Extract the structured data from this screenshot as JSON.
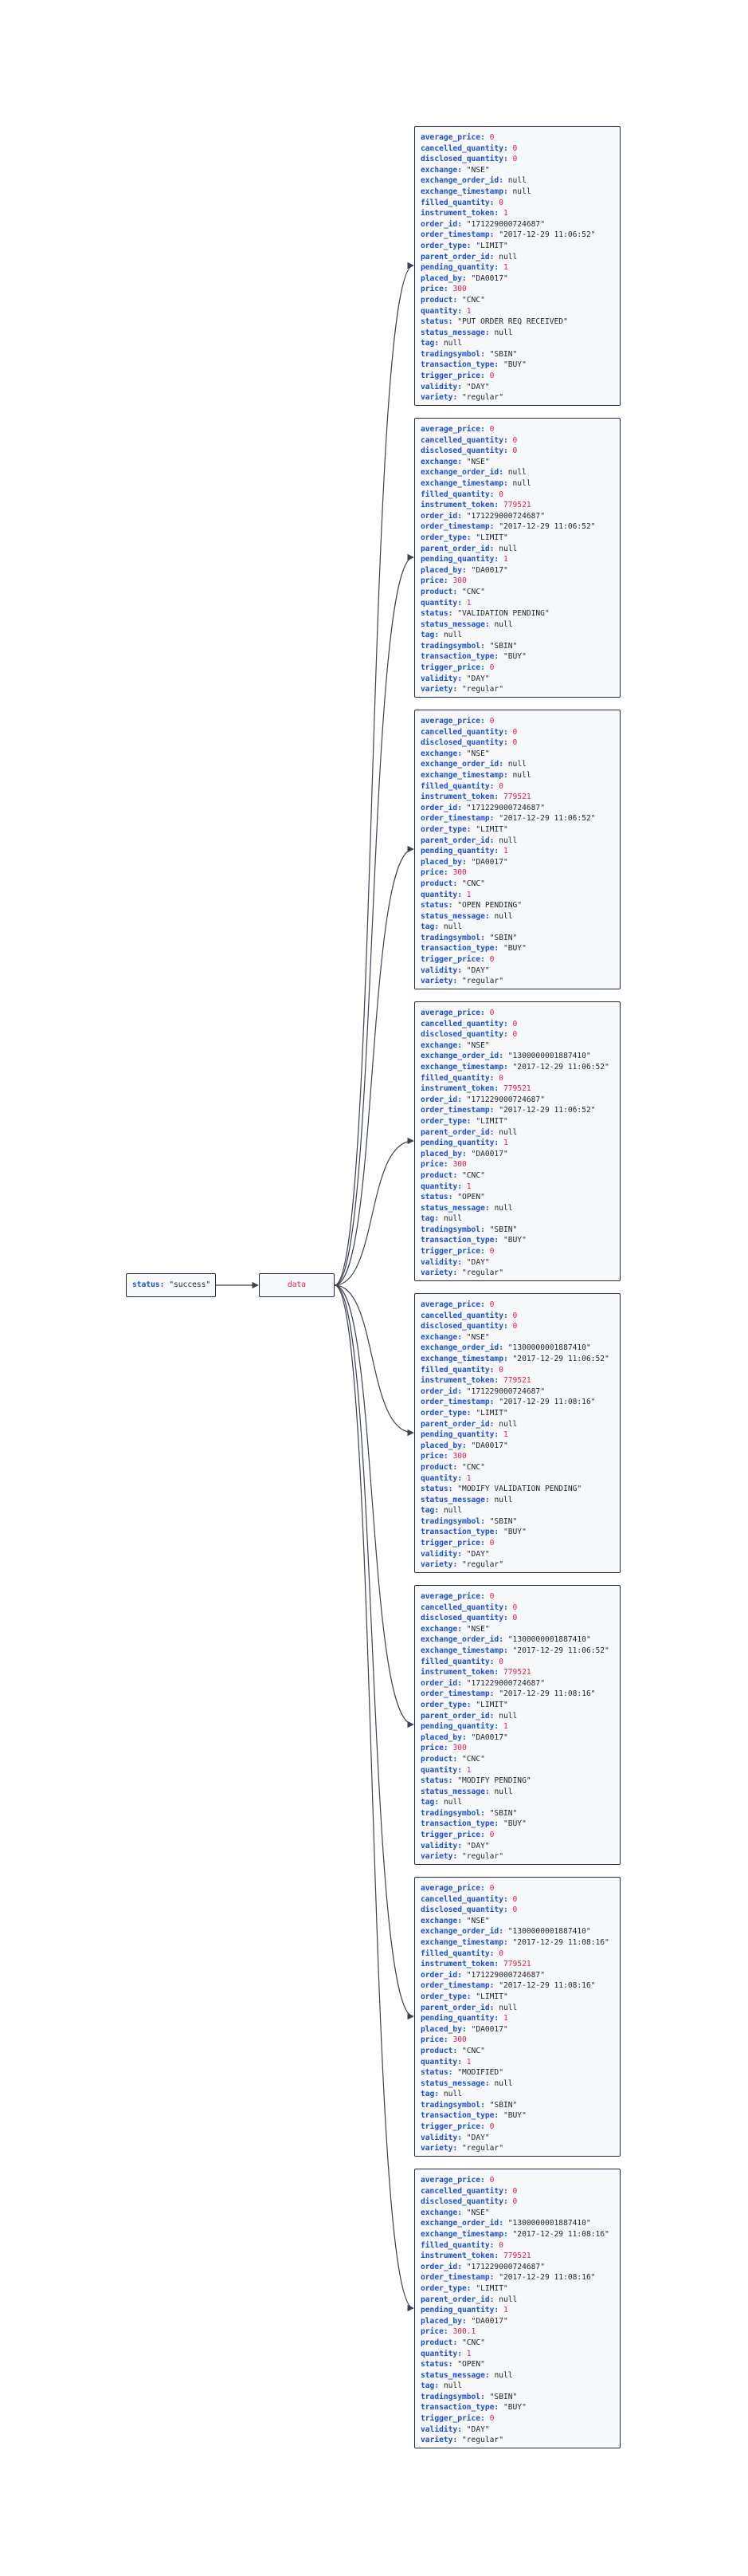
{
  "root": {
    "key": "status",
    "value": "\"success\""
  },
  "data_label": "data",
  "records": [
    [
      [
        "average_price",
        "0",
        "n"
      ],
      [
        "cancelled_quantity",
        "0",
        "n"
      ],
      [
        "disclosed_quantity",
        "0",
        "n"
      ],
      [
        "exchange",
        "\"NSE\"",
        "s"
      ],
      [
        "exchange_order_id",
        "null",
        "z"
      ],
      [
        "exchange_timestamp",
        "null",
        "z"
      ],
      [
        "filled_quantity",
        "0",
        "n"
      ],
      [
        "instrument_token",
        "1",
        "n"
      ],
      [
        "order_id",
        "\"171229000724687\"",
        "s"
      ],
      [
        "order_timestamp",
        "\"2017-12-29 11:06:52\"",
        "s"
      ],
      [
        "order_type",
        "\"LIMIT\"",
        "s"
      ],
      [
        "parent_order_id",
        "null",
        "z"
      ],
      [
        "pending_quantity",
        "1",
        "n"
      ],
      [
        "placed_by",
        "\"DA0017\"",
        "s"
      ],
      [
        "price",
        "300",
        "n"
      ],
      [
        "product",
        "\"CNC\"",
        "s"
      ],
      [
        "quantity",
        "1",
        "n"
      ],
      [
        "status",
        "\"PUT ORDER REQ RECEIVED\"",
        "s"
      ],
      [
        "status_message",
        "null",
        "z"
      ],
      [
        "tag",
        "null",
        "z"
      ],
      [
        "tradingsymbol",
        "\"SBIN\"",
        "s"
      ],
      [
        "transaction_type",
        "\"BUY\"",
        "s"
      ],
      [
        "trigger_price",
        "0",
        "n"
      ],
      [
        "validity",
        "\"DAY\"",
        "s"
      ],
      [
        "variety",
        "\"regular\"",
        "s"
      ]
    ],
    [
      [
        "average_price",
        "0",
        "n"
      ],
      [
        "cancelled_quantity",
        "0",
        "n"
      ],
      [
        "disclosed_quantity",
        "0",
        "n"
      ],
      [
        "exchange",
        "\"NSE\"",
        "s"
      ],
      [
        "exchange_order_id",
        "null",
        "z"
      ],
      [
        "exchange_timestamp",
        "null",
        "z"
      ],
      [
        "filled_quantity",
        "0",
        "n"
      ],
      [
        "instrument_token",
        "779521",
        "n"
      ],
      [
        "order_id",
        "\"171229000724687\"",
        "s"
      ],
      [
        "order_timestamp",
        "\"2017-12-29 11:06:52\"",
        "s"
      ],
      [
        "order_type",
        "\"LIMIT\"",
        "s"
      ],
      [
        "parent_order_id",
        "null",
        "z"
      ],
      [
        "pending_quantity",
        "1",
        "n"
      ],
      [
        "placed_by",
        "\"DA0017\"",
        "s"
      ],
      [
        "price",
        "300",
        "n"
      ],
      [
        "product",
        "\"CNC\"",
        "s"
      ],
      [
        "quantity",
        "1",
        "n"
      ],
      [
        "status",
        "\"VALIDATION PENDING\"",
        "s"
      ],
      [
        "status_message",
        "null",
        "z"
      ],
      [
        "tag",
        "null",
        "z"
      ],
      [
        "tradingsymbol",
        "\"SBIN\"",
        "s"
      ],
      [
        "transaction_type",
        "\"BUY\"",
        "s"
      ],
      [
        "trigger_price",
        "0",
        "n"
      ],
      [
        "validity",
        "\"DAY\"",
        "s"
      ],
      [
        "variety",
        "\"regular\"",
        "s"
      ]
    ],
    [
      [
        "average_price",
        "0",
        "n"
      ],
      [
        "cancelled_quantity",
        "0",
        "n"
      ],
      [
        "disclosed_quantity",
        "0",
        "n"
      ],
      [
        "exchange",
        "\"NSE\"",
        "s"
      ],
      [
        "exchange_order_id",
        "null",
        "z"
      ],
      [
        "exchange_timestamp",
        "null",
        "z"
      ],
      [
        "filled_quantity",
        "0",
        "n"
      ],
      [
        "instrument_token",
        "779521",
        "n"
      ],
      [
        "order_id",
        "\"171229000724687\"",
        "s"
      ],
      [
        "order_timestamp",
        "\"2017-12-29 11:06:52\"",
        "s"
      ],
      [
        "order_type",
        "\"LIMIT\"",
        "s"
      ],
      [
        "parent_order_id",
        "null",
        "z"
      ],
      [
        "pending_quantity",
        "1",
        "n"
      ],
      [
        "placed_by",
        "\"DA0017\"",
        "s"
      ],
      [
        "price",
        "300",
        "n"
      ],
      [
        "product",
        "\"CNC\"",
        "s"
      ],
      [
        "quantity",
        "1",
        "n"
      ],
      [
        "status",
        "\"OPEN PENDING\"",
        "s"
      ],
      [
        "status_message",
        "null",
        "z"
      ],
      [
        "tag",
        "null",
        "z"
      ],
      [
        "tradingsymbol",
        "\"SBIN\"",
        "s"
      ],
      [
        "transaction_type",
        "\"BUY\"",
        "s"
      ],
      [
        "trigger_price",
        "0",
        "n"
      ],
      [
        "validity",
        "\"DAY\"",
        "s"
      ],
      [
        "variety",
        "\"regular\"",
        "s"
      ]
    ],
    [
      [
        "average_price",
        "0",
        "n"
      ],
      [
        "cancelled_quantity",
        "0",
        "n"
      ],
      [
        "disclosed_quantity",
        "0",
        "n"
      ],
      [
        "exchange",
        "\"NSE\"",
        "s"
      ],
      [
        "exchange_order_id",
        "\"1300000001887410\"",
        "s"
      ],
      [
        "exchange_timestamp",
        "\"2017-12-29 11:06:52\"",
        "s"
      ],
      [
        "filled_quantity",
        "0",
        "n"
      ],
      [
        "instrument_token",
        "779521",
        "n"
      ],
      [
        "order_id",
        "\"171229000724687\"",
        "s"
      ],
      [
        "order_timestamp",
        "\"2017-12-29 11:06:52\"",
        "s"
      ],
      [
        "order_type",
        "\"LIMIT\"",
        "s"
      ],
      [
        "parent_order_id",
        "null",
        "z"
      ],
      [
        "pending_quantity",
        "1",
        "n"
      ],
      [
        "placed_by",
        "\"DA0017\"",
        "s"
      ],
      [
        "price",
        "300",
        "n"
      ],
      [
        "product",
        "\"CNC\"",
        "s"
      ],
      [
        "quantity",
        "1",
        "n"
      ],
      [
        "status",
        "\"OPEN\"",
        "s"
      ],
      [
        "status_message",
        "null",
        "z"
      ],
      [
        "tag",
        "null",
        "z"
      ],
      [
        "tradingsymbol",
        "\"SBIN\"",
        "s"
      ],
      [
        "transaction_type",
        "\"BUY\"",
        "s"
      ],
      [
        "trigger_price",
        "0",
        "n"
      ],
      [
        "validity",
        "\"DAY\"",
        "s"
      ],
      [
        "variety",
        "\"regular\"",
        "s"
      ]
    ],
    [
      [
        "average_price",
        "0",
        "n"
      ],
      [
        "cancelled_quantity",
        "0",
        "n"
      ],
      [
        "disclosed_quantity",
        "0",
        "n"
      ],
      [
        "exchange",
        "\"NSE\"",
        "s"
      ],
      [
        "exchange_order_id",
        "\"1300000001887410\"",
        "s"
      ],
      [
        "exchange_timestamp",
        "\"2017-12-29 11:06:52\"",
        "s"
      ],
      [
        "filled_quantity",
        "0",
        "n"
      ],
      [
        "instrument_token",
        "779521",
        "n"
      ],
      [
        "order_id",
        "\"171229000724687\"",
        "s"
      ],
      [
        "order_timestamp",
        "\"2017-12-29 11:08:16\"",
        "s"
      ],
      [
        "order_type",
        "\"LIMIT\"",
        "s"
      ],
      [
        "parent_order_id",
        "null",
        "z"
      ],
      [
        "pending_quantity",
        "1",
        "n"
      ],
      [
        "placed_by",
        "\"DA0017\"",
        "s"
      ],
      [
        "price",
        "300",
        "n"
      ],
      [
        "product",
        "\"CNC\"",
        "s"
      ],
      [
        "quantity",
        "1",
        "n"
      ],
      [
        "status",
        "\"MODIFY VALIDATION PENDING\"",
        "s"
      ],
      [
        "status_message",
        "null",
        "z"
      ],
      [
        "tag",
        "null",
        "z"
      ],
      [
        "tradingsymbol",
        "\"SBIN\"",
        "s"
      ],
      [
        "transaction_type",
        "\"BUY\"",
        "s"
      ],
      [
        "trigger_price",
        "0",
        "n"
      ],
      [
        "validity",
        "\"DAY\"",
        "s"
      ],
      [
        "variety",
        "\"regular\"",
        "s"
      ]
    ],
    [
      [
        "average_price",
        "0",
        "n"
      ],
      [
        "cancelled_quantity",
        "0",
        "n"
      ],
      [
        "disclosed_quantity",
        "0",
        "n"
      ],
      [
        "exchange",
        "\"NSE\"",
        "s"
      ],
      [
        "exchange_order_id",
        "\"1300000001887410\"",
        "s"
      ],
      [
        "exchange_timestamp",
        "\"2017-12-29 11:06:52\"",
        "s"
      ],
      [
        "filled_quantity",
        "0",
        "n"
      ],
      [
        "instrument_token",
        "779521",
        "n"
      ],
      [
        "order_id",
        "\"171229000724687\"",
        "s"
      ],
      [
        "order_timestamp",
        "\"2017-12-29 11:08:16\"",
        "s"
      ],
      [
        "order_type",
        "\"LIMIT\"",
        "s"
      ],
      [
        "parent_order_id",
        "null",
        "z"
      ],
      [
        "pending_quantity",
        "1",
        "n"
      ],
      [
        "placed_by",
        "\"DA0017\"",
        "s"
      ],
      [
        "price",
        "300",
        "n"
      ],
      [
        "product",
        "\"CNC\"",
        "s"
      ],
      [
        "quantity",
        "1",
        "n"
      ],
      [
        "status",
        "\"MODIFY PENDING\"",
        "s"
      ],
      [
        "status_message",
        "null",
        "z"
      ],
      [
        "tag",
        "null",
        "z"
      ],
      [
        "tradingsymbol",
        "\"SBIN\"",
        "s"
      ],
      [
        "transaction_type",
        "\"BUY\"",
        "s"
      ],
      [
        "trigger_price",
        "0",
        "n"
      ],
      [
        "validity",
        "\"DAY\"",
        "s"
      ],
      [
        "variety",
        "\"regular\"",
        "s"
      ]
    ],
    [
      [
        "average_price",
        "0",
        "n"
      ],
      [
        "cancelled_quantity",
        "0",
        "n"
      ],
      [
        "disclosed_quantity",
        "0",
        "n"
      ],
      [
        "exchange",
        "\"NSE\"",
        "s"
      ],
      [
        "exchange_order_id",
        "\"1300000001887410\"",
        "s"
      ],
      [
        "exchange_timestamp",
        "\"2017-12-29 11:08:16\"",
        "s"
      ],
      [
        "filled_quantity",
        "0",
        "n"
      ],
      [
        "instrument_token",
        "779521",
        "n"
      ],
      [
        "order_id",
        "\"171229000724687\"",
        "s"
      ],
      [
        "order_timestamp",
        "\"2017-12-29 11:08:16\"",
        "s"
      ],
      [
        "order_type",
        "\"LIMIT\"",
        "s"
      ],
      [
        "parent_order_id",
        "null",
        "z"
      ],
      [
        "pending_quantity",
        "1",
        "n"
      ],
      [
        "placed_by",
        "\"DA0017\"",
        "s"
      ],
      [
        "price",
        "300",
        "n"
      ],
      [
        "product",
        "\"CNC\"",
        "s"
      ],
      [
        "quantity",
        "1",
        "n"
      ],
      [
        "status",
        "\"MODIFIED\"",
        "s"
      ],
      [
        "status_message",
        "null",
        "z"
      ],
      [
        "tag",
        "null",
        "z"
      ],
      [
        "tradingsymbol",
        "\"SBIN\"",
        "s"
      ],
      [
        "transaction_type",
        "\"BUY\"",
        "s"
      ],
      [
        "trigger_price",
        "0",
        "n"
      ],
      [
        "validity",
        "\"DAY\"",
        "s"
      ],
      [
        "variety",
        "\"regular\"",
        "s"
      ]
    ],
    [
      [
        "average_price",
        "0",
        "n"
      ],
      [
        "cancelled_quantity",
        "0",
        "n"
      ],
      [
        "disclosed_quantity",
        "0",
        "n"
      ],
      [
        "exchange",
        "\"NSE\"",
        "s"
      ],
      [
        "exchange_order_id",
        "\"1300000001887410\"",
        "s"
      ],
      [
        "exchange_timestamp",
        "\"2017-12-29 11:08:16\"",
        "s"
      ],
      [
        "filled_quantity",
        "0",
        "n"
      ],
      [
        "instrument_token",
        "779521",
        "n"
      ],
      [
        "order_id",
        "\"171229000724687\"",
        "s"
      ],
      [
        "order_timestamp",
        "\"2017-12-29 11:08:16\"",
        "s"
      ],
      [
        "order_type",
        "\"LIMIT\"",
        "s"
      ],
      [
        "parent_order_id",
        "null",
        "z"
      ],
      [
        "pending_quantity",
        "1",
        "n"
      ],
      [
        "placed_by",
        "\"DA0017\"",
        "s"
      ],
      [
        "price",
        "300.1",
        "n"
      ],
      [
        "product",
        "\"CNC\"",
        "s"
      ],
      [
        "quantity",
        "1",
        "n"
      ],
      [
        "status",
        "\"OPEN\"",
        "s"
      ],
      [
        "status_message",
        "null",
        "z"
      ],
      [
        "tag",
        "null",
        "z"
      ],
      [
        "tradingsymbol",
        "\"SBIN\"",
        "s"
      ],
      [
        "transaction_type",
        "\"BUY\"",
        "s"
      ],
      [
        "trigger_price",
        "0",
        "n"
      ],
      [
        "validity",
        "\"DAY\"",
        "s"
      ],
      [
        "variety",
        "\"regular\"",
        "s"
      ]
    ]
  ]
}
